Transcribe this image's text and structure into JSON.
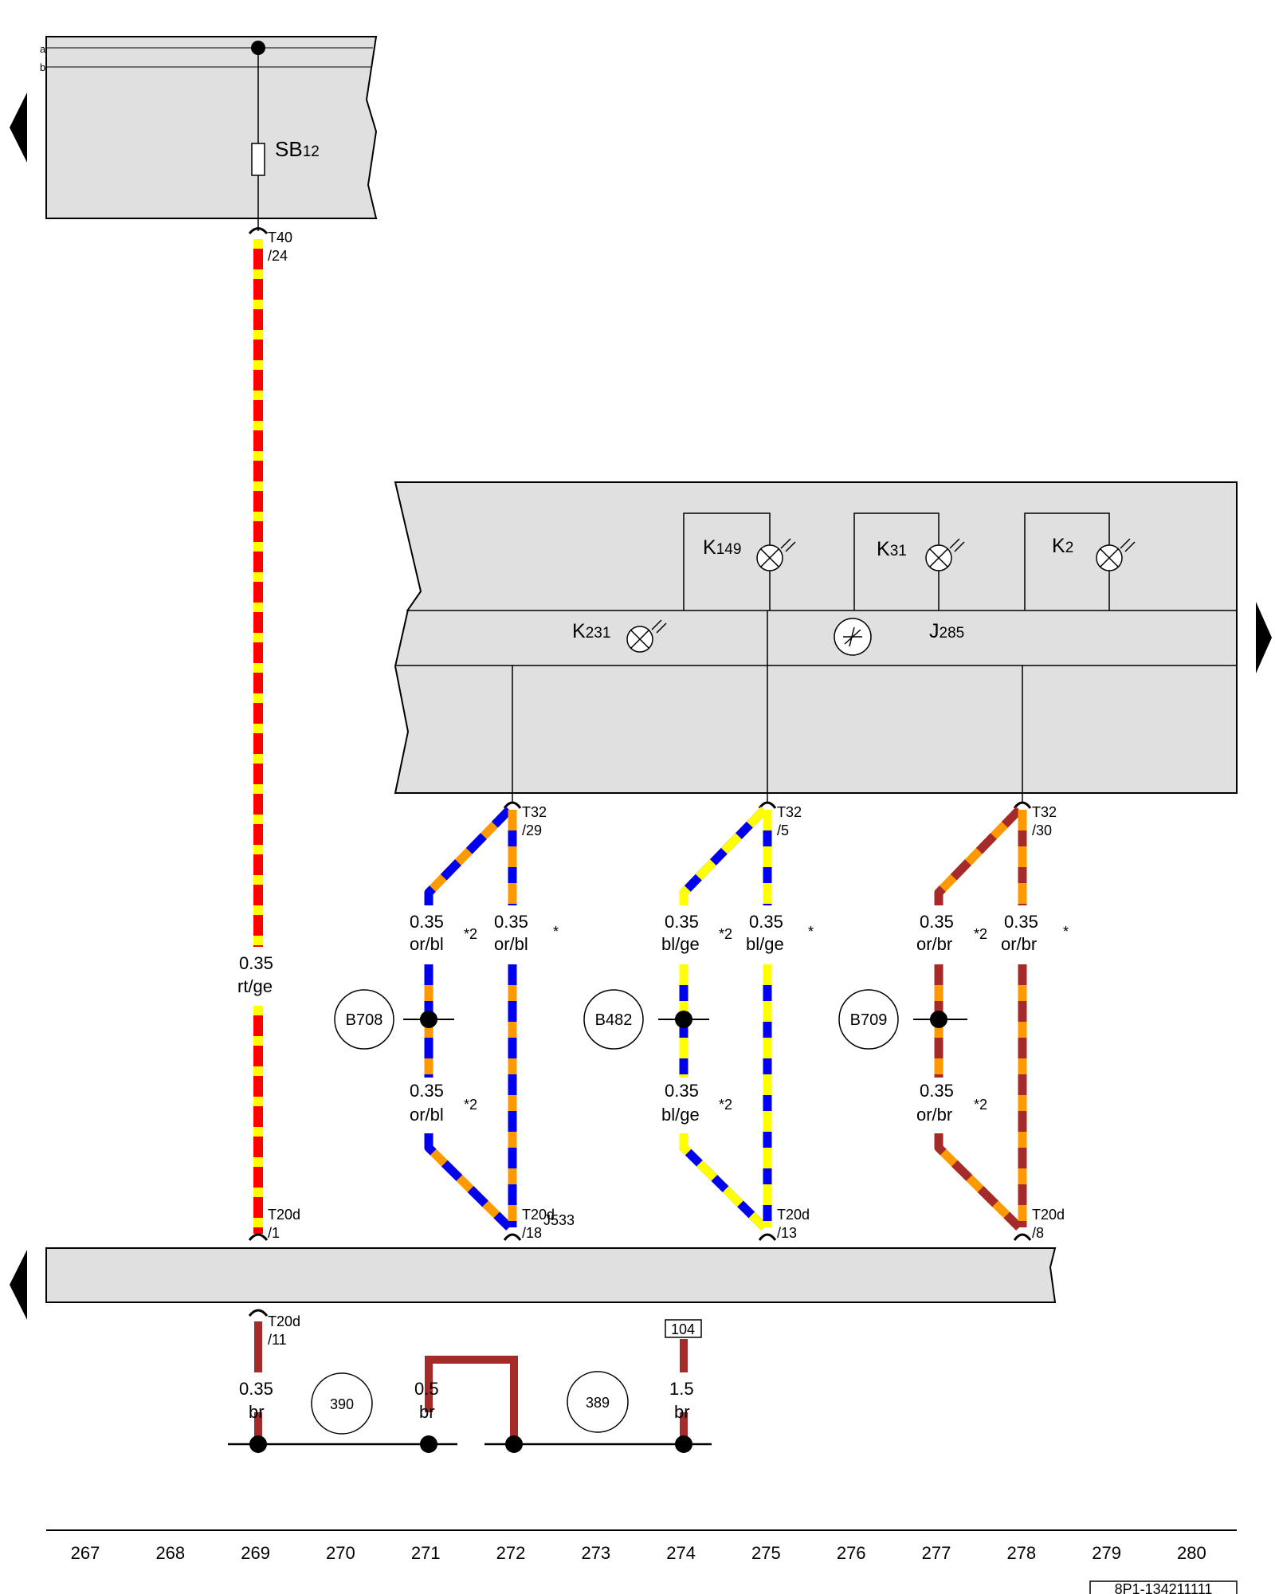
{
  "panel_top": {
    "bus_labels": [
      "a",
      "b"
    ],
    "fuse_label": "SB",
    "fuse_sub": "12",
    "connector": [
      "T40",
      "/24"
    ]
  },
  "wire_main": {
    "size": "0.35",
    "color": "rt/ge",
    "stripe_colors": [
      "#ff0000",
      "#ffff00"
    ]
  },
  "panel_cluster": {
    "components": [
      {
        "name": "K",
        "sub": "149"
      },
      {
        "name": "K",
        "sub": "31"
      },
      {
        "name": "K",
        "sub": "2"
      },
      {
        "name": "K",
        "sub": "231"
      },
      {
        "name": "J",
        "sub": "285"
      }
    ],
    "connectors": [
      [
        "T32",
        "/29"
      ],
      [
        "T32",
        "/5"
      ],
      [
        "T32",
        "/30"
      ]
    ]
  },
  "wire_groups": [
    {
      "size": "0.35",
      "color": "or/bl",
      "mark2": "*2",
      "mark1": "*",
      "splice": "B708",
      "bottom_connector": [
        "T20d",
        "/18"
      ],
      "extra": "J533",
      "colors": [
        "#ff9900",
        "#0000ee"
      ]
    },
    {
      "size": "0.35",
      "color": "bl/ge",
      "mark2": "*2",
      "mark1": "*",
      "splice": "B482",
      "bottom_connector": [
        "T20d",
        "/13"
      ],
      "colors": [
        "#0000ee",
        "#ffff00"
      ]
    },
    {
      "size": "0.35",
      "color": "or/br",
      "mark2": "*2",
      "mark1": "*",
      "splice": "B709",
      "bottom_connector": [
        "T20d",
        "/8"
      ],
      "colors": [
        "#ff9900",
        "#a52a2a"
      ]
    }
  ],
  "main_bottom_connector": [
    "T20d",
    "/1"
  ],
  "ground": {
    "connector": [
      "T20d",
      "/11"
    ],
    "wires": [
      {
        "size": "0.35",
        "color": "br"
      },
      {
        "size": "0.5",
        "color": "br"
      },
      {
        "size": "1.5",
        "color": "br"
      }
    ],
    "refs": [
      "390",
      "389"
    ],
    "box_ref": "104"
  },
  "ruler": [
    "267",
    "268",
    "269",
    "270",
    "271",
    "272",
    "273",
    "274",
    "275",
    "276",
    "277",
    "278",
    "279",
    "280"
  ],
  "footer_code": "8P1-134211111"
}
